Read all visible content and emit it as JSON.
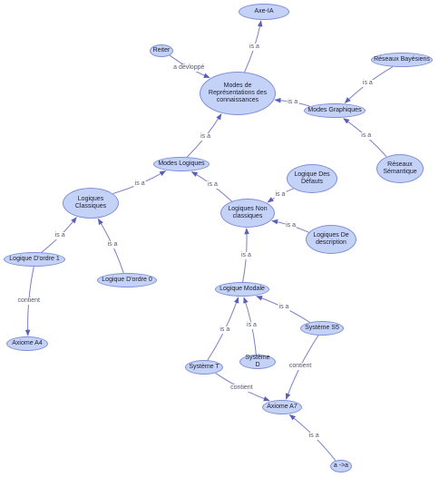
{
  "nodes": [
    {
      "id": "axe_ia",
      "label": "Axe-IA"
    },
    {
      "id": "reiter",
      "label": "Reiter"
    },
    {
      "id": "modes_rep",
      "label": "Modes de\nReprésentations des\nconnaissances"
    },
    {
      "id": "reseaux_bay",
      "label": "Réseaux Bayésiens"
    },
    {
      "id": "modes_graph",
      "label": "Modes Graphiques"
    },
    {
      "id": "reseaux_sem",
      "label": "Réseaux\nSémantique"
    },
    {
      "id": "modes_log",
      "label": "Modes Logiques"
    },
    {
      "id": "log_defauts",
      "label": "Logique Des\nDéfauts"
    },
    {
      "id": "log_class",
      "label": "Logiques\nClassiques"
    },
    {
      "id": "log_nonclass",
      "label": "Logiques Non\nclassiques"
    },
    {
      "id": "log_desc",
      "label": "Logiques De\ndescription"
    },
    {
      "id": "log_ordre1",
      "label": "Logique D'ordre 1"
    },
    {
      "id": "log_ordre0",
      "label": "Logique D'ordre 0"
    },
    {
      "id": "log_modale",
      "label": "Logique Modale"
    },
    {
      "id": "axiome_a4",
      "label": "Axiome A4"
    },
    {
      "id": "systeme_s5",
      "label": "Système S5"
    },
    {
      "id": "systeme_t",
      "label": "Système T"
    },
    {
      "id": "systeme_d",
      "label": "Système D"
    },
    {
      "id": "axiome_a7",
      "label": "Axiome A7"
    },
    {
      "id": "a_a",
      "label": "a ->a"
    }
  ],
  "edges": [
    {
      "from": "modes_rep",
      "to": "axe_ia",
      "label": "is a"
    },
    {
      "from": "reiter",
      "to": "modes_rep",
      "label": "a dévloppé"
    },
    {
      "from": "modes_graph",
      "to": "modes_rep",
      "label": "is a"
    },
    {
      "from": "reseaux_bay",
      "to": "modes_graph",
      "label": "is a"
    },
    {
      "from": "reseaux_sem",
      "to": "modes_graph",
      "label": "is a"
    },
    {
      "from": "modes_log",
      "to": "modes_rep",
      "label": "is a"
    },
    {
      "from": "log_class",
      "to": "modes_log",
      "label": "is a"
    },
    {
      "from": "log_nonclass",
      "to": "modes_log",
      "label": "is a"
    },
    {
      "from": "log_defauts",
      "to": "log_nonclass",
      "label": "is a"
    },
    {
      "from": "log_desc",
      "to": "log_nonclass",
      "label": "is a"
    },
    {
      "from": "log_ordre1",
      "to": "log_class",
      "label": "is a"
    },
    {
      "from": "log_ordre0",
      "to": "log_class",
      "label": "is a"
    },
    {
      "from": "log_ordre1",
      "to": "axiome_a4",
      "label": "contient"
    },
    {
      "from": "log_modale",
      "to": "log_nonclass",
      "label": "is a"
    },
    {
      "from": "systeme_s5",
      "to": "log_modale",
      "label": "is a"
    },
    {
      "from": "systeme_t",
      "to": "log_modale",
      "label": "is a"
    },
    {
      "from": "systeme_d",
      "to": "log_modale",
      "label": "is a"
    },
    {
      "from": "systeme_s5",
      "to": "axiome_a7",
      "label": "contient"
    },
    {
      "from": "systeme_t",
      "to": "axiome_a7",
      "label": "contient"
    },
    {
      "from": "a_a",
      "to": "axiome_a7",
      "label": "is a"
    }
  ],
  "colors": {
    "node_fill": "#c4d2f7",
    "node_border": "#7f8fd6",
    "edge": "#7b7fc4",
    "arrow": "#5a5fb8",
    "label_text": "#55586a"
  }
}
